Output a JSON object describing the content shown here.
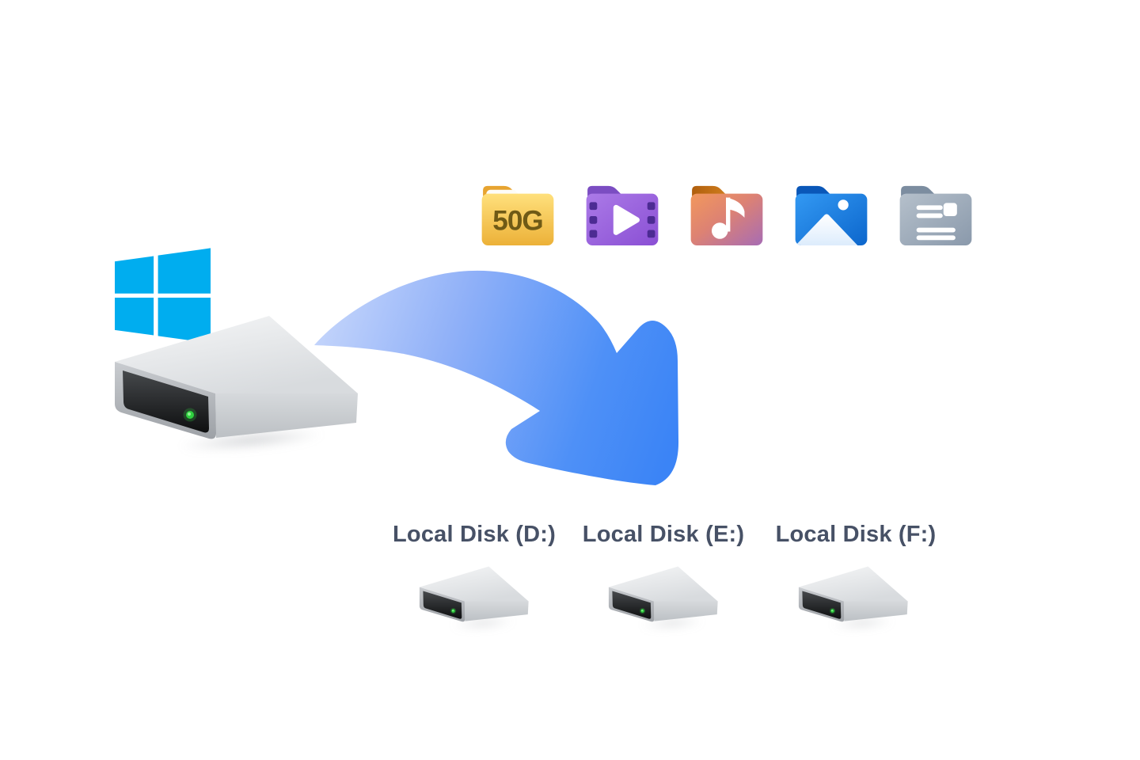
{
  "illustration": {
    "title": "move-folders-from-windows-disk-to-other-local-disks",
    "background": "#ffffff",
    "windows_logo_color": "#00adef",
    "arrow_color_start": "#c3d4fb",
    "arrow_color_end": "#3b84f6",
    "disk_led_color": "#2fd13f",
    "label_color": "#475166"
  },
  "source_disk": {
    "name": "system-hard-drive",
    "has_windows_logo": true
  },
  "folders": [
    {
      "id": "folder-50g",
      "label": "50G",
      "glyph": "size-label-text",
      "color": "#f2bc45",
      "label_color": "#6f5a16"
    },
    {
      "id": "folder-videos",
      "label": "",
      "glyph": "film-play-icon",
      "color": "#9a63dd"
    },
    {
      "id": "folder-music",
      "label": "",
      "glyph": "music-note-icon",
      "color": "#dd8568"
    },
    {
      "id": "folder-pictures",
      "label": "",
      "glyph": "photo-mountain-icon",
      "color": "#1d7fe0"
    },
    {
      "id": "folder-documents",
      "label": "",
      "glyph": "document-lines-icon",
      "color": "#9fadbd"
    }
  ],
  "destination_disks": [
    {
      "id": "local-disk-d",
      "label": "Local Disk (D:)"
    },
    {
      "id": "local-disk-e",
      "label": "Local Disk (E:)"
    },
    {
      "id": "local-disk-f",
      "label": "Local Disk (F:)"
    }
  ]
}
